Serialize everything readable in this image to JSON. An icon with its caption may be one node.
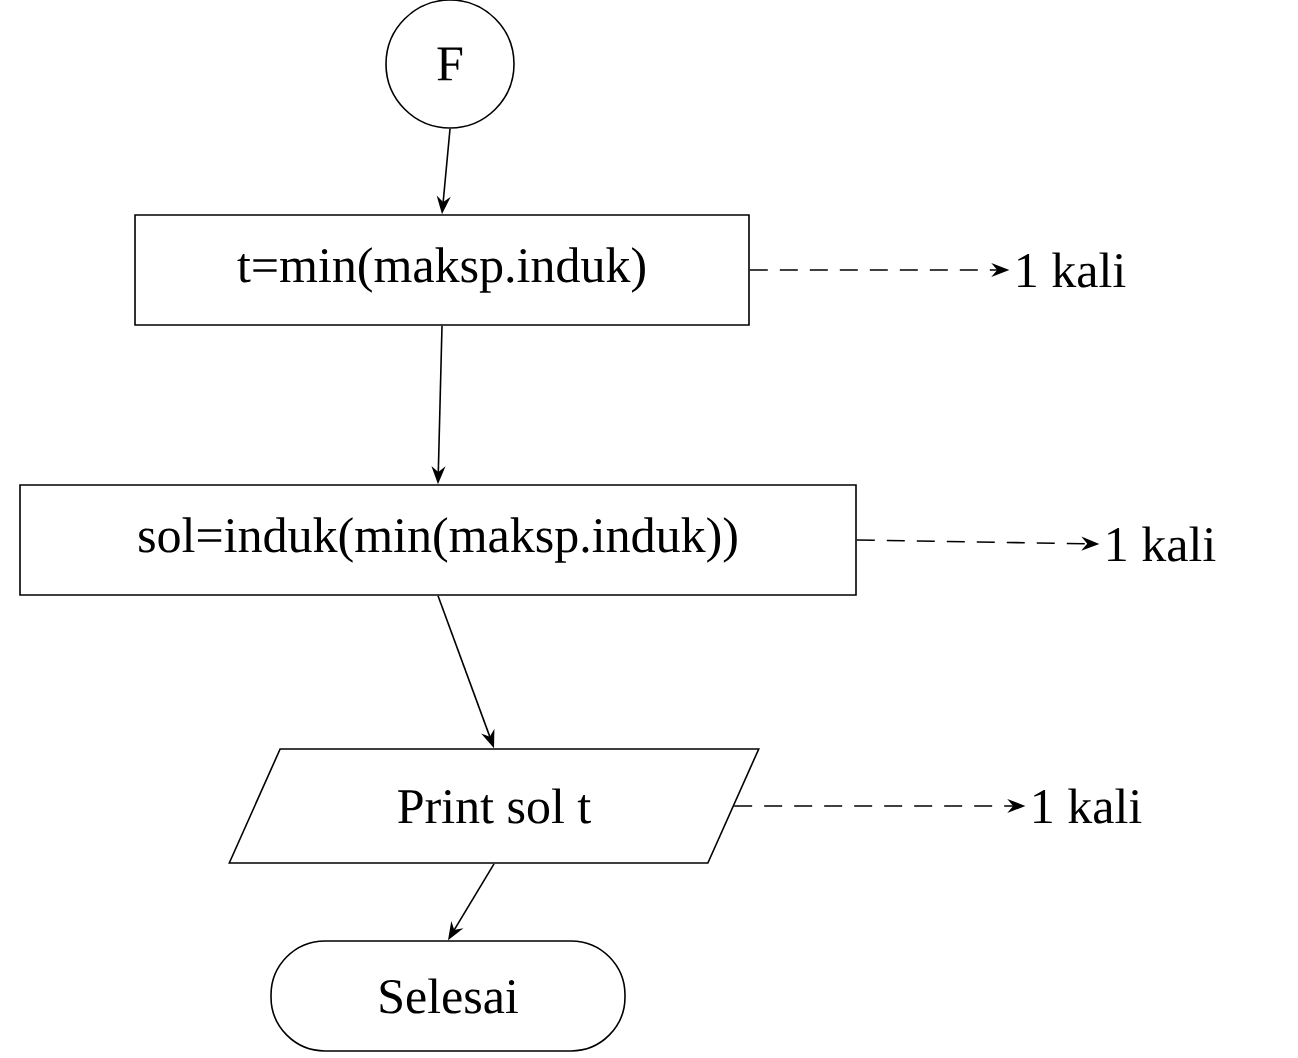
{
  "diagram": {
    "nodes": [
      {
        "text": [
          "F"
        ]
      },
      {
        "text": [
          "t=min(maksp.induk)"
        ]
      },
      {
        "text": [
          "1 kali"
        ]
      },
      {
        "text": [
          "sol=induk(min(maksp.induk))"
        ]
      },
      {
        "text": [
          "1 kali"
        ]
      },
      {
        "text": [
          "Print sol t"
        ]
      },
      {
        "text": [
          "1 kali"
        ]
      },
      {
        "text": [
          "Selesai"
        ]
      }
    ],
    "edges": [
      {
        "from": 0,
        "to": 1,
        "arrow": "to"
      },
      {
        "from": 1,
        "to": 2,
        "arrow": "to",
        "style": "dashed"
      },
      {
        "from": 1,
        "to": 3,
        "arrow": "to"
      },
      {
        "from": 3,
        "to": 4,
        "arrow": "to",
        "style": "dashed"
      },
      {
        "from": 3,
        "to": 5,
        "arrow": "to"
      },
      {
        "from": 5,
        "to": 6,
        "arrow": "to",
        "style": "dashed"
      },
      {
        "from": 5,
        "to": 7,
        "arrow": "to"
      }
    ]
  }
}
